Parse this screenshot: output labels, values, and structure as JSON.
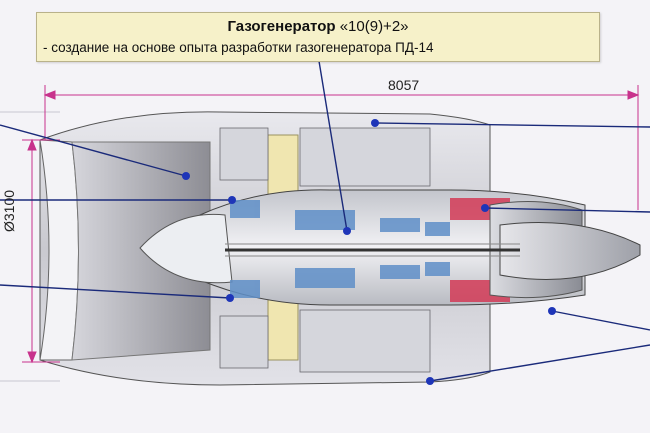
{
  "callout": {
    "title_bold": "Газогенератор",
    "title_rest": " «10(9)+2»",
    "subtitle": "- создание на основе опыта разработки газогенератора ПД-14"
  },
  "dimensions": {
    "length": "8057",
    "diameter": "Ø3100"
  },
  "colors": {
    "leader_line": "#1a2a7a",
    "leader_dot": "#1e35b8",
    "dimension_line": "#c8328c",
    "compressor_blue": "#5f8fc8",
    "turbine_red": "#d23a56"
  }
}
